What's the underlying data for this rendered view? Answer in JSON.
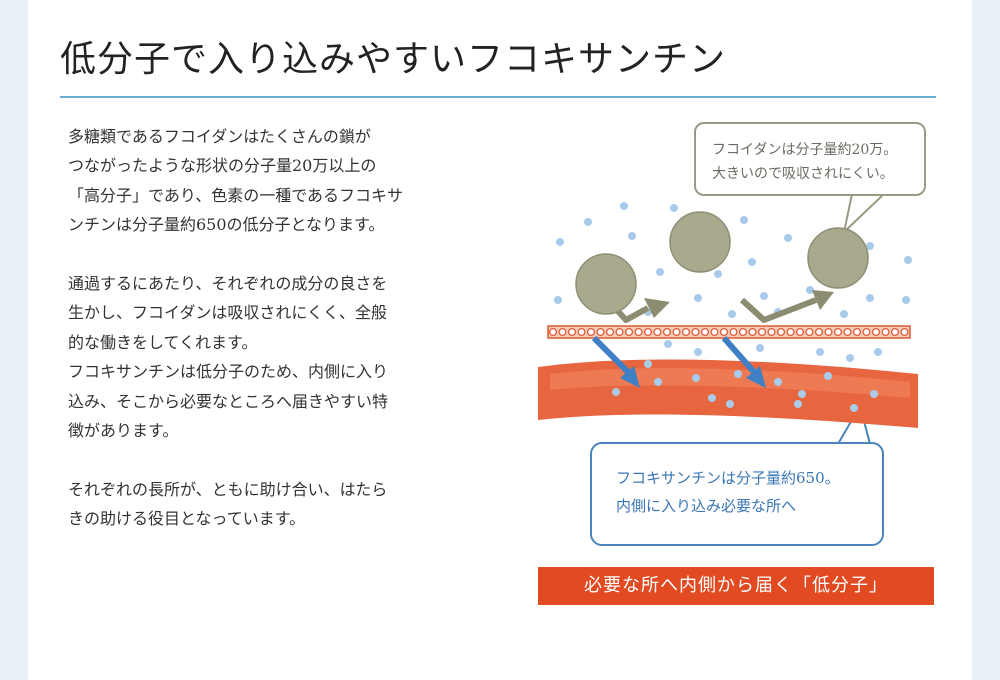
{
  "title": "低分子で入り込みやすいフコキサンチン",
  "paragraphs": [
    "多糖類であるフコイダンはたくさんの鎖が\nつながったような形状の分子量20万以上の\n「高分子」であり、色素の一種であるフコキサ\nンチンは分子量約650の低分子となります。",
    "通過するにあたり、それぞれの成分の良さを\n生かし、フコイダンは吸収されにくく、全般\n的な働きをしてくれます。\nフコキサンチンは低分子のため、内側に入り\n込み、そこから必要なところへ届きやすい特\n徴があります。",
    "それぞれの長所が、ともに助け合い、はたら\nきの助ける役目となっています。"
  ],
  "bubble_grey": {
    "line1": "フコイダンは分子量約20万。",
    "line2": "大きいので吸収されにくい。"
  },
  "bubble_blue": {
    "line1": "フコキサンチンは分子量約650。",
    "line2": "内側に入り込み必要な所へ"
  },
  "callout": "必要な所へ内側から届く「低分子」",
  "colors": {
    "accent_rule": "#6aaed6",
    "membrane": "#e05a35",
    "vessel": "#e8663f",
    "small_molecule": "#a9cbea",
    "large_molecule": "#a9a98e",
    "grey_arrow": "#8c8c70",
    "blue_arrow": "#3f7fc4",
    "callout_bg": "#e24a21"
  }
}
